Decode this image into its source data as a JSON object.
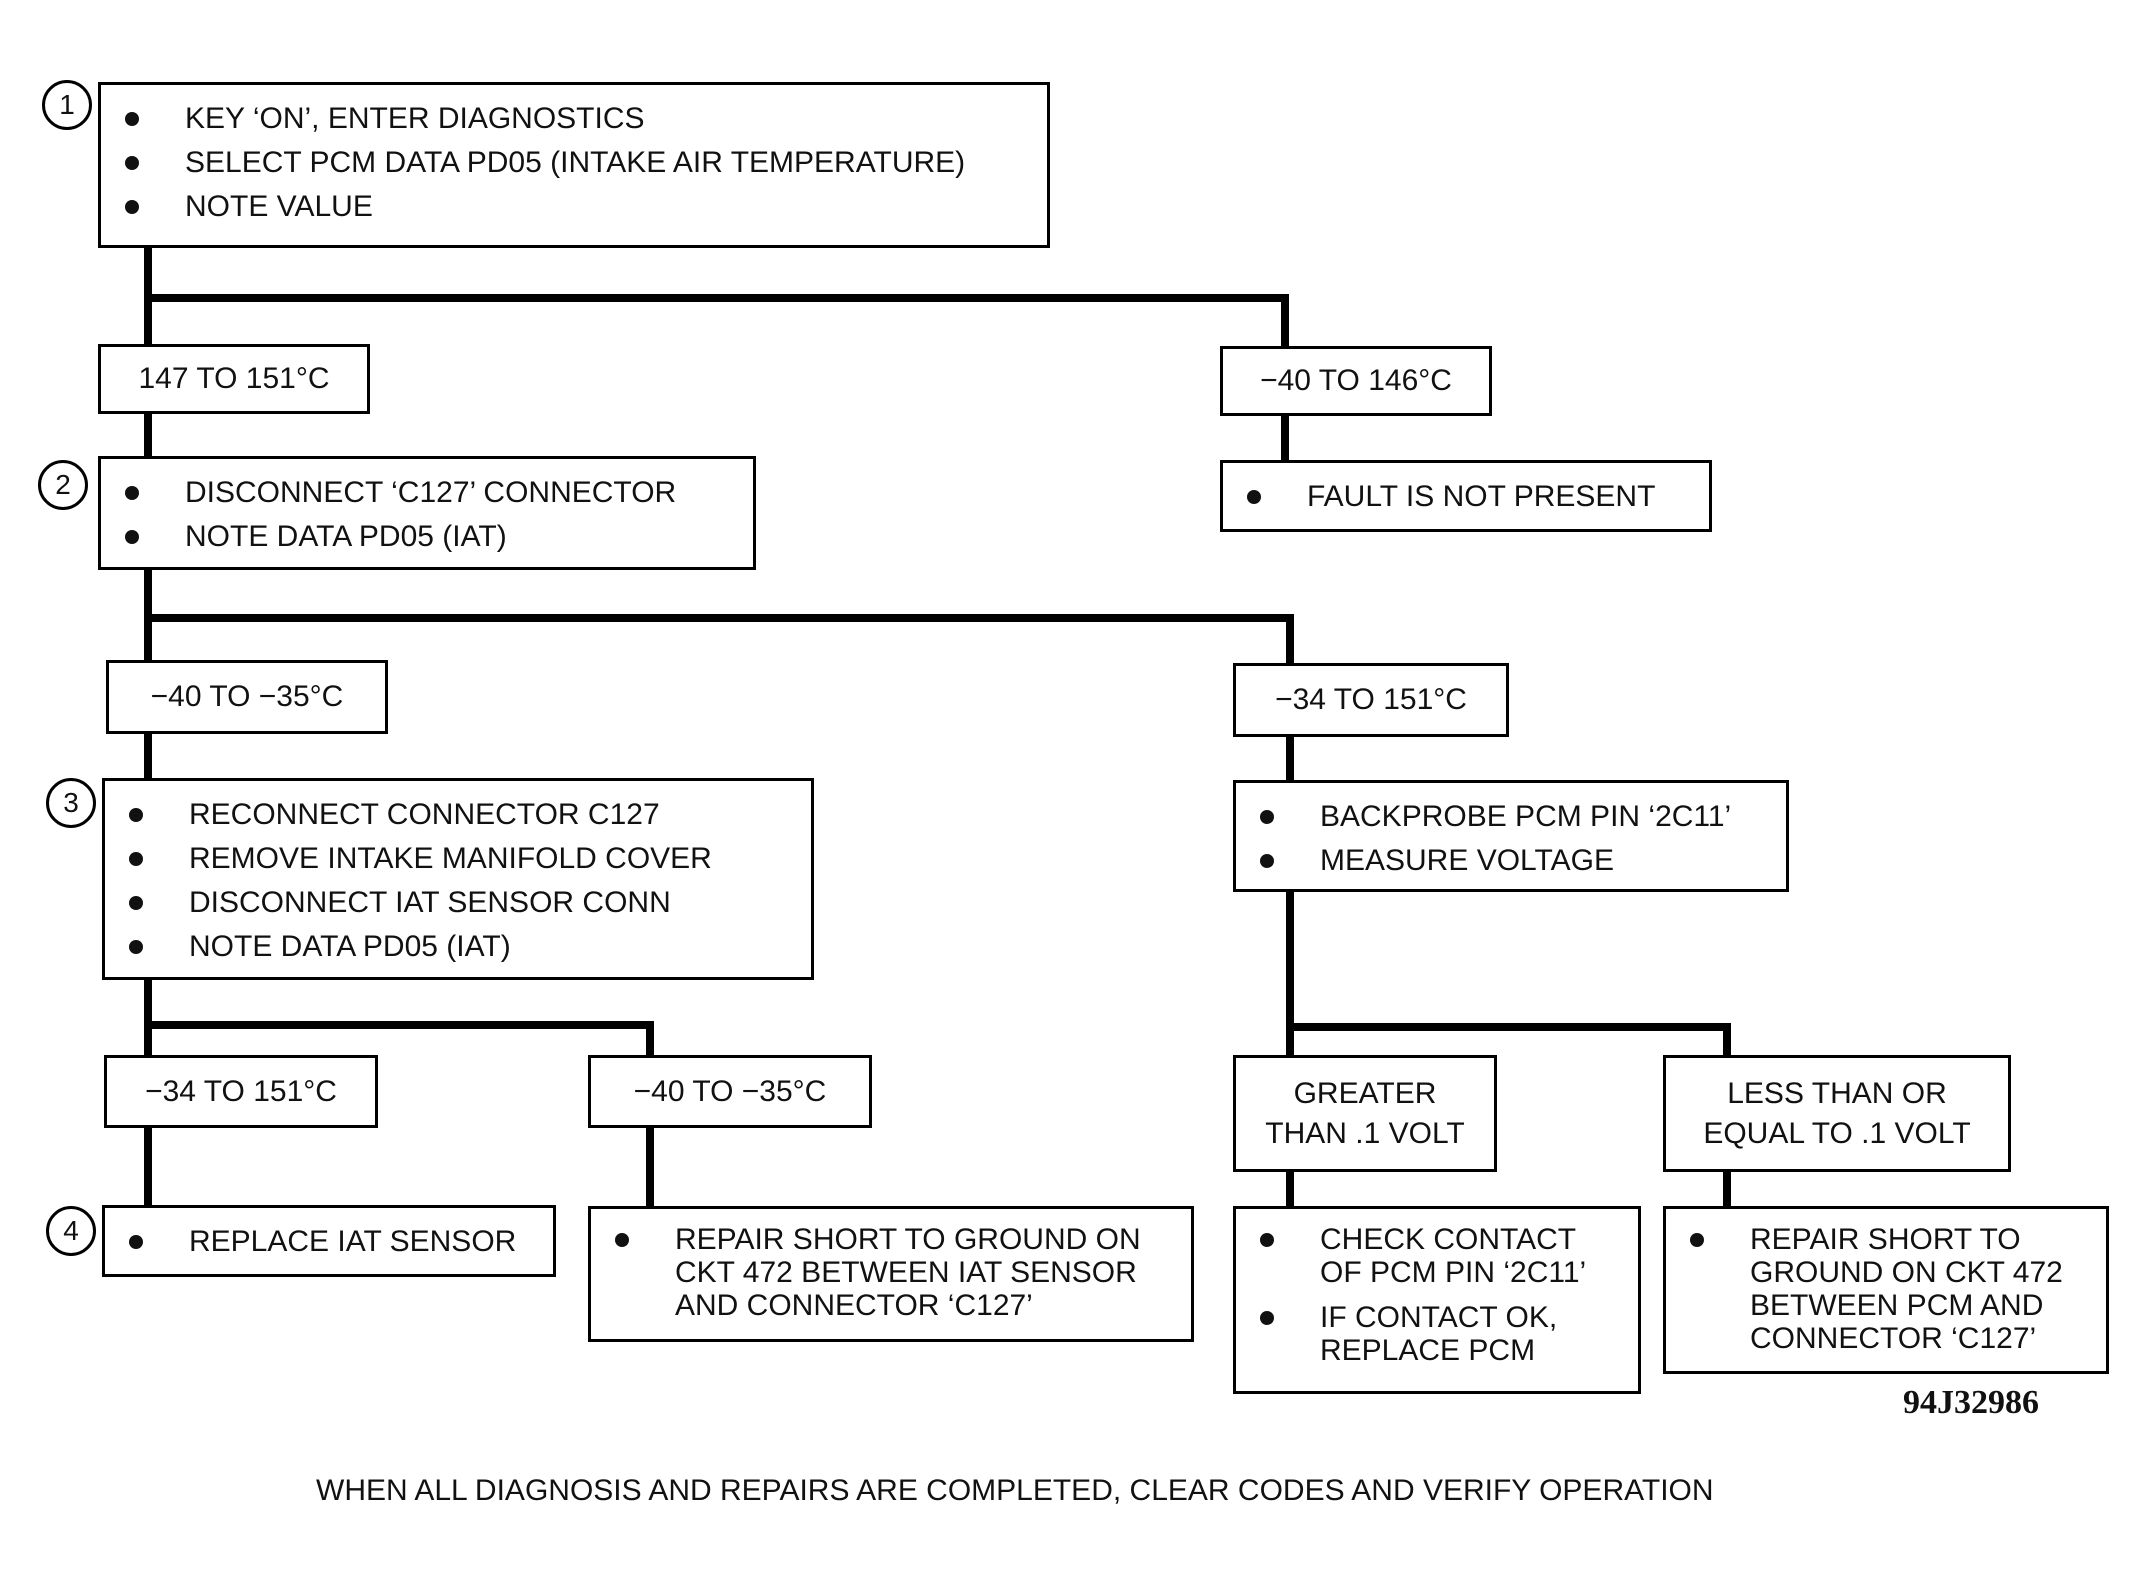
{
  "steps": {
    "s1": {
      "number": "1",
      "bullets": [
        "KEY ‘ON’, ENTER DIAGNOSTICS",
        "SELECT PCM DATA PD05 (INTAKE AIR TEMPERATURE)",
        "NOTE VALUE"
      ]
    },
    "s2": {
      "number": "2",
      "bullets": [
        "DISCONNECT ‘C127’ CONNECTOR",
        "NOTE DATA PD05 (IAT)"
      ]
    },
    "s3": {
      "number": "3",
      "bullets": [
        "RECONNECT CONNECTOR C127",
        "REMOVE INTAKE MANIFOLD  COVER",
        "DISCONNECT IAT SENSOR CONN",
        "NOTE DATA PD05 (IAT)"
      ]
    },
    "s4": {
      "number": "4",
      "bullets": [
        "REPLACE IAT SENSOR"
      ]
    }
  },
  "conditions": {
    "c1": "147 TO 151°C",
    "c2": "−40 TO 146°C",
    "c3": "−40 TO −35°C",
    "c4": "−34 TO 151°C",
    "c5": "−34 TO 151°C",
    "c6": "−40 TO −35°C",
    "c7": "GREATER\nTHAN .1 VOLT",
    "c8": "LESS THAN OR\nEQUAL TO .1 VOLT"
  },
  "actions": {
    "fault_not_present": [
      "FAULT IS NOT PRESENT"
    ],
    "backprobe": [
      "BACKPROBE PCM PIN ‘2C11’",
      "MEASURE VOLTAGE"
    ],
    "repair_iat": [
      "REPAIR SHORT TO GROUND ON\nCKT 472 BETWEEN IAT SENSOR\nAND CONNECTOR ‘C127’"
    ],
    "check_contact": [
      "CHECK CONTACT\nOF PCM PIN ‘2C11’",
      "IF CONTACT OK,\nREPLACE PCM"
    ],
    "repair_pcm": [
      "REPAIR SHORT TO\nGROUND ON CKT 472\nBETWEEN PCM AND\nCONNECTOR ‘C127’"
    ]
  },
  "figure_id": "94J32986",
  "footer": "WHEN ALL DIAGNOSIS AND REPAIRS ARE COMPLETED, CLEAR CODES AND VERIFY OPERATION"
}
